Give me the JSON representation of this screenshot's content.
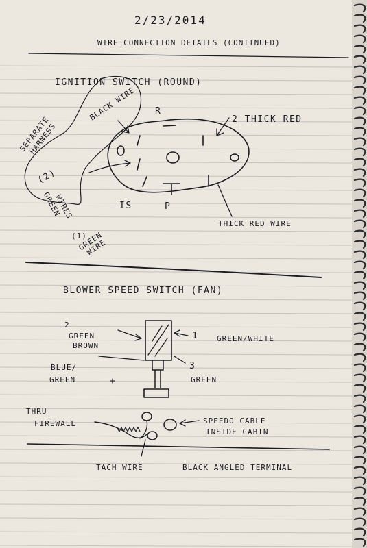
{
  "header": {
    "date": "2/23/2014",
    "title": "WIRE CONNECTION DETAILS (CONTINUED)"
  },
  "ignition": {
    "title": "IGNITION SWITCH (ROUND)",
    "black_wire": "BLACK WIRE",
    "separate_harness": [
      "SEPARATE",
      "HARNESS"
    ],
    "two_green_wires": [
      "(2)",
      "GREEN",
      "WIRES"
    ],
    "one_green_wire": [
      "(1)",
      "GREEN",
      "WIRE"
    ],
    "terminal_r": "R",
    "terminal_is": "IS",
    "terminal_p": "P",
    "two_thick_red": "2 THICK RED",
    "thick_red_wire": "THICK RED WIRE"
  },
  "blower": {
    "title": "BLOWER SPEED SWITCH (FAN)",
    "label_2": [
      "2",
      "GREEN",
      "BROWN"
    ],
    "label_1": "1",
    "green_white": "GREEN/WHITE",
    "blue_green": [
      "BLUE/",
      "GREEN"
    ],
    "plus": "+",
    "label_3": [
      "3",
      "GREEN"
    ]
  },
  "bottom": {
    "thru_firewall": [
      "THRU",
      "FIREWALL"
    ],
    "speedo_cable": [
      "SPEEDO CABLE",
      "INSIDE CABIN"
    ],
    "tach_wire": "TACH WIRE",
    "black_angled_terminal": "BLACK ANGLED TERMINAL"
  },
  "colors": {
    "paper": "#ece8e0",
    "rule": "#c6c2bb",
    "ink": "#1c1c22"
  }
}
